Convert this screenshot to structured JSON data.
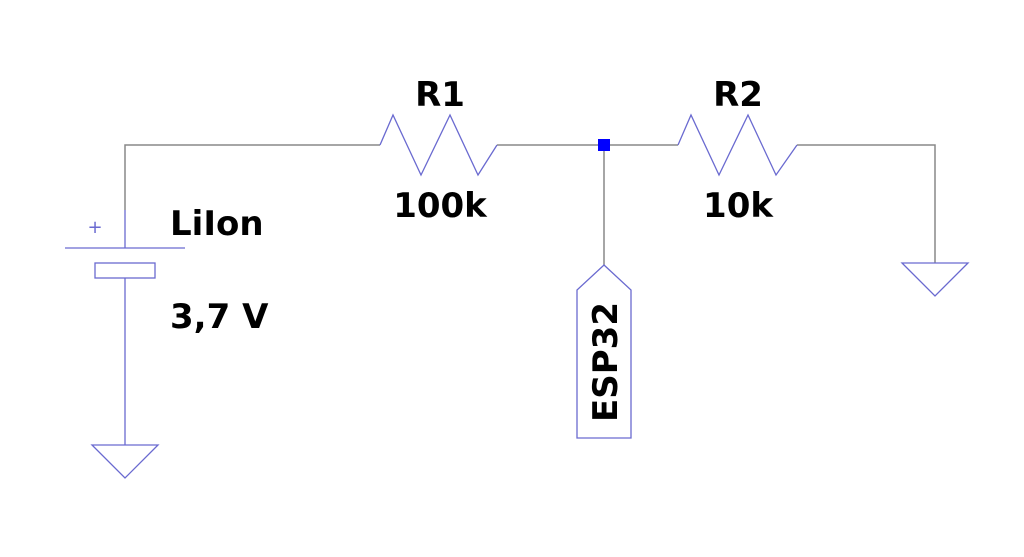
{
  "components": {
    "r1": {
      "name": "R1",
      "value": "100k"
    },
    "r2": {
      "name": "R2",
      "value": "10k"
    },
    "battery": {
      "name": "LiIon",
      "value": "3,7 V",
      "polarity": "+"
    },
    "net_label": "ESP32"
  },
  "colors": {
    "wire": "#888888",
    "component": "#6a6ad0",
    "junction": "#0000ff"
  }
}
